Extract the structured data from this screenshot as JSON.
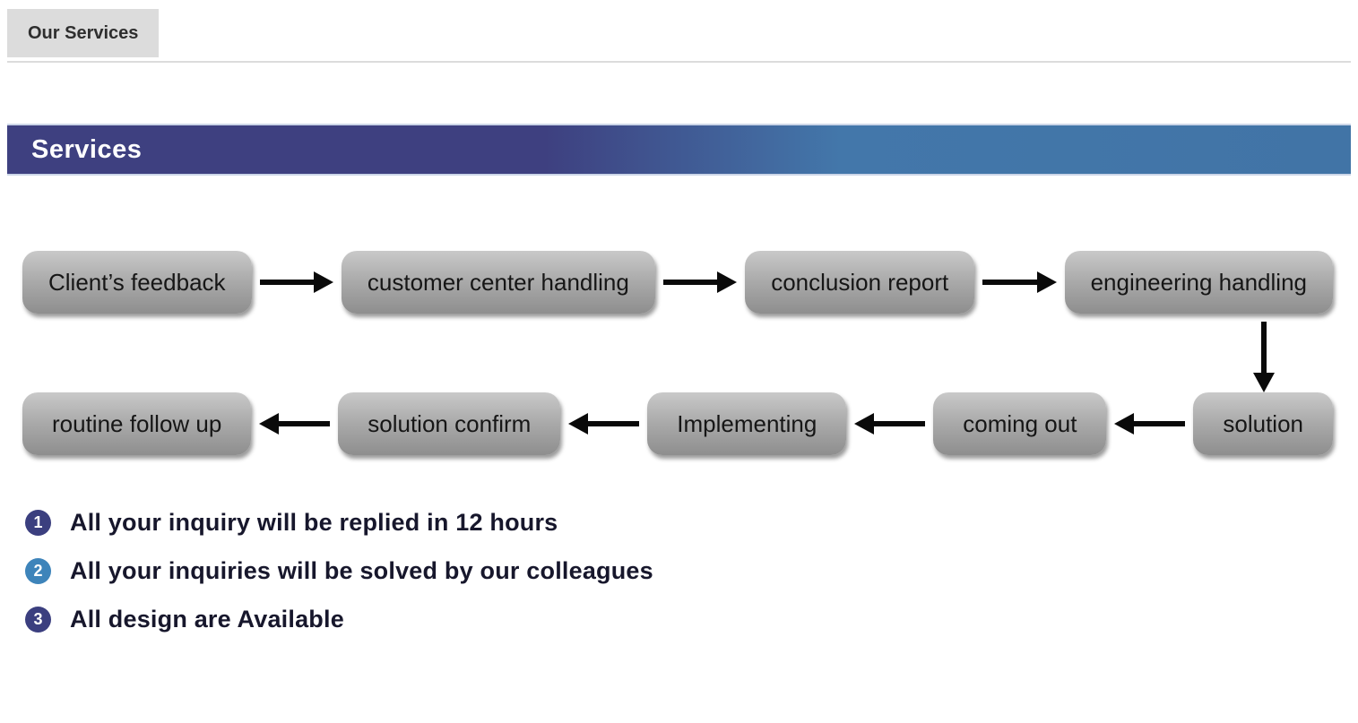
{
  "header": {
    "tab_label": "Our Services"
  },
  "banner": {
    "title": "Services",
    "gradient_left_color": "#3e4080",
    "gradient_right_color": "#4377aa"
  },
  "flowchart": {
    "row1": [
      {
        "label": "Client’s feedback"
      },
      {
        "label": "customer center handling"
      },
      {
        "label": "conclusion report"
      },
      {
        "label": "engineering handling"
      }
    ],
    "row2": [
      {
        "label": "routine follow up"
      },
      {
        "label": "solution confirm"
      },
      {
        "label": "Implementing"
      },
      {
        "label": "coming out"
      },
      {
        "label": "solution"
      }
    ],
    "node_color": "#9a9a9a",
    "arrow_color": "#0a0a0a"
  },
  "notes": [
    {
      "number": "1",
      "text": "All your inquiry will be replied in 12 hours",
      "badge_color": "#3b3f7f"
    },
    {
      "number": "2",
      "text": "All your inquiries will be solved by our colleagues",
      "badge_color": "#3e84ba"
    },
    {
      "number": "3",
      "text": "All design are Available",
      "badge_color": "#3b3f7f"
    }
  ]
}
